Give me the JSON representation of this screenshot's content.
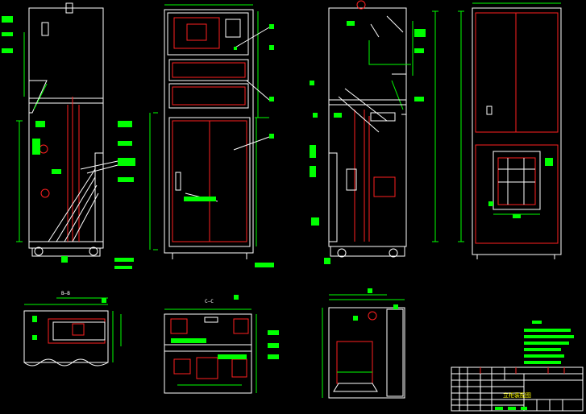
{
  "title_block": {
    "drawing_title": "立柜装配图"
  },
  "section_labels": {
    "view_bb": "B—B",
    "view_cc": "C—C"
  },
  "colors": {
    "background": "#000000",
    "outline": "#ffffff",
    "dimension": "#00ff00",
    "hidden": "#ff2020",
    "annotation_fill": "#00ff00",
    "title_text": "#ffff00",
    "centerline": "#00ffff"
  }
}
